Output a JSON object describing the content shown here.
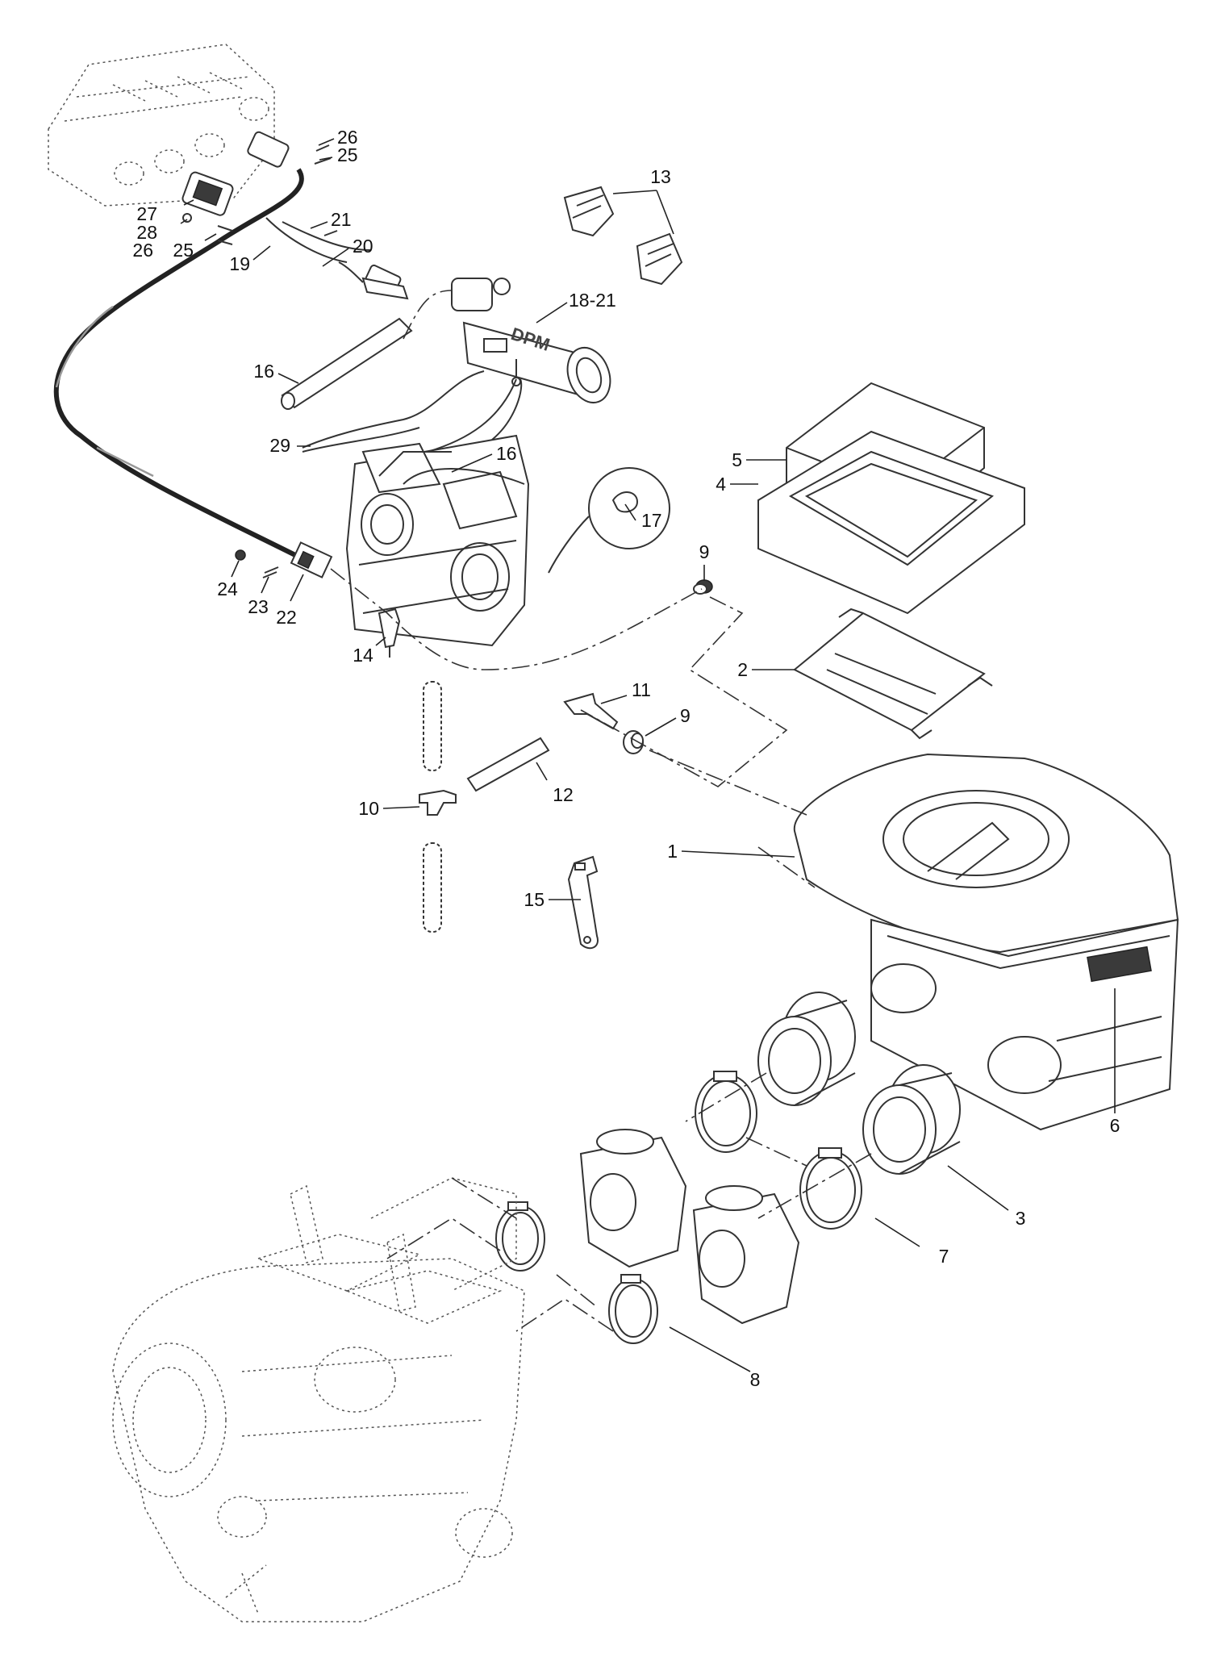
{
  "diagram": {
    "part_labels": [
      {
        "id": "1",
        "text": "1"
      },
      {
        "id": "2",
        "text": "2"
      },
      {
        "id": "3",
        "text": "3"
      },
      {
        "id": "4",
        "text": "4"
      },
      {
        "id": "5",
        "text": "5"
      },
      {
        "id": "6",
        "text": "6"
      },
      {
        "id": "7",
        "text": "7"
      },
      {
        "id": "8",
        "text": "8"
      },
      {
        "id": "9a",
        "text": "9"
      },
      {
        "id": "9b",
        "text": "9"
      },
      {
        "id": "10",
        "text": "10"
      },
      {
        "id": "11",
        "text": "11"
      },
      {
        "id": "12",
        "text": "12"
      },
      {
        "id": "13",
        "text": "13"
      },
      {
        "id": "14",
        "text": "14"
      },
      {
        "id": "15",
        "text": "15"
      },
      {
        "id": "16a",
        "text": "16"
      },
      {
        "id": "16b",
        "text": "16"
      },
      {
        "id": "17",
        "text": "17"
      },
      {
        "id": "18-21",
        "text": "18-21"
      },
      {
        "id": "19",
        "text": "19"
      },
      {
        "id": "20",
        "text": "20"
      },
      {
        "id": "21",
        "text": "21"
      },
      {
        "id": "22",
        "text": "22"
      },
      {
        "id": "23",
        "text": "23"
      },
      {
        "id": "24",
        "text": "24"
      },
      {
        "id": "25a",
        "text": "25"
      },
      {
        "id": "25b",
        "text": "25"
      },
      {
        "id": "26a",
        "text": "26"
      },
      {
        "id": "26b",
        "text": "26"
      },
      {
        "id": "27",
        "text": "27"
      },
      {
        "id": "28",
        "text": "28"
      },
      {
        "id": "29",
        "text": "29"
      }
    ],
    "module_marking": "DPM",
    "colors": {
      "line": "#333333",
      "background": "#ffffff",
      "cable": "#222222"
    }
  }
}
